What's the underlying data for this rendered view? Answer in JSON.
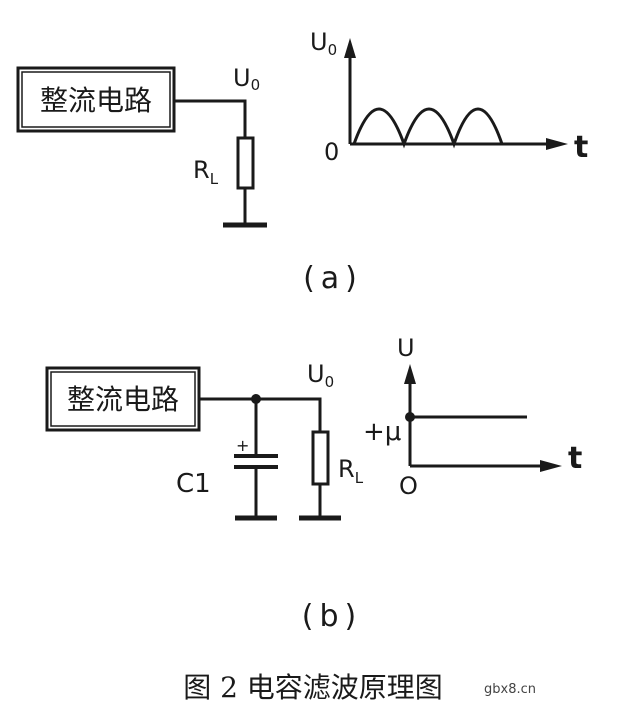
{
  "diagram_a": {
    "block_label": "整流电路",
    "node_label_main": "U",
    "node_label_sub": "0",
    "resistor_label_main": "R",
    "resistor_label_sub": "L",
    "graph_y_main": "U",
    "graph_y_sub": "0",
    "graph_origin": "0",
    "graph_x": "t",
    "part_label": "(a)"
  },
  "diagram_b": {
    "block_label": "整流电路",
    "node_label_main": "U",
    "node_label_sub": "0",
    "cap_label": "C1",
    "cap_polarity": "+",
    "resistor_label_main": "R",
    "resistor_label_sub": "L",
    "graph_y": "U",
    "graph_level": "+μ",
    "graph_origin": "O",
    "graph_x": "t",
    "part_label": "(b)"
  },
  "caption": "图 2  电容滤波原理图",
  "watermark": "gbx8.cn"
}
